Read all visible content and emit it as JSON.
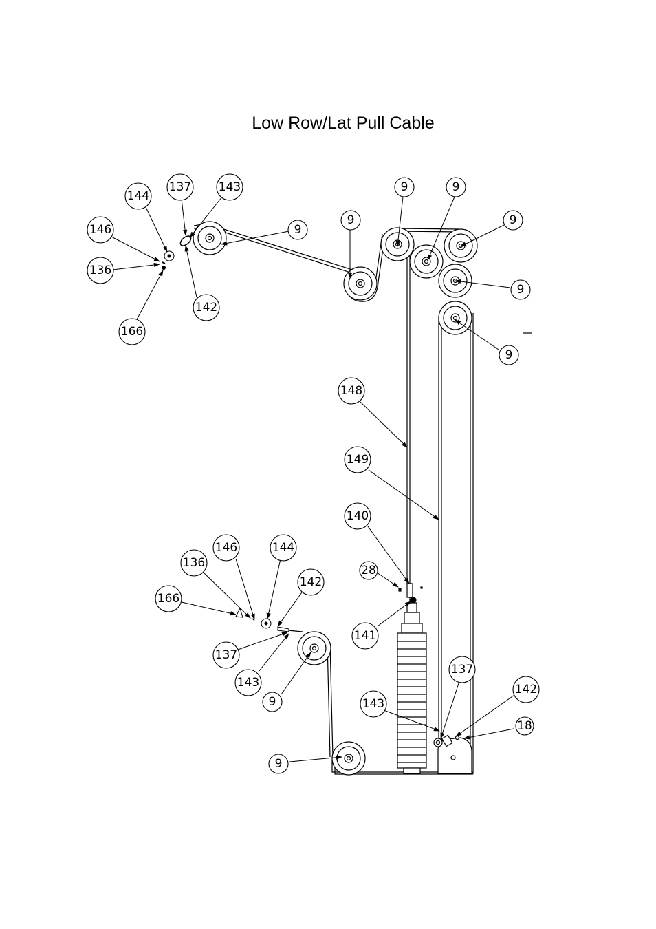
{
  "title": "Low Row/Lat Pull Cable",
  "callouts": [
    {
      "id": "c144a",
      "label": "144"
    },
    {
      "id": "c137a",
      "label": "137"
    },
    {
      "id": "c143a",
      "label": "143"
    },
    {
      "id": "c146a",
      "label": "146"
    },
    {
      "id": "c136a",
      "label": "136"
    },
    {
      "id": "c142a",
      "label": "142"
    },
    {
      "id": "c166a",
      "label": "166"
    },
    {
      "id": "c9a",
      "label": "9"
    },
    {
      "id": "c9b",
      "label": "9"
    },
    {
      "id": "c9c",
      "label": "9"
    },
    {
      "id": "c9d",
      "label": "9"
    },
    {
      "id": "c9e",
      "label": "9"
    },
    {
      "id": "c9f",
      "label": "9"
    },
    {
      "id": "c9g",
      "label": "9"
    },
    {
      "id": "c148",
      "label": "148"
    },
    {
      "id": "c149",
      "label": "149"
    },
    {
      "id": "c140",
      "label": "140"
    },
    {
      "id": "c28",
      "label": "28"
    },
    {
      "id": "c141",
      "label": "141"
    },
    {
      "id": "c146b",
      "label": "146"
    },
    {
      "id": "c144b",
      "label": "144"
    },
    {
      "id": "c136b",
      "label": "136"
    },
    {
      "id": "c142b",
      "label": "142"
    },
    {
      "id": "c166b",
      "label": "166"
    },
    {
      "id": "c137b",
      "label": "137"
    },
    {
      "id": "c143b",
      "label": "143"
    },
    {
      "id": "c9h",
      "label": "9"
    },
    {
      "id": "c9i",
      "label": "9"
    },
    {
      "id": "c137c",
      "label": "137"
    },
    {
      "id": "c142c",
      "label": "142"
    },
    {
      "id": "c143c",
      "label": "143"
    },
    {
      "id": "c18",
      "label": "18"
    }
  ]
}
